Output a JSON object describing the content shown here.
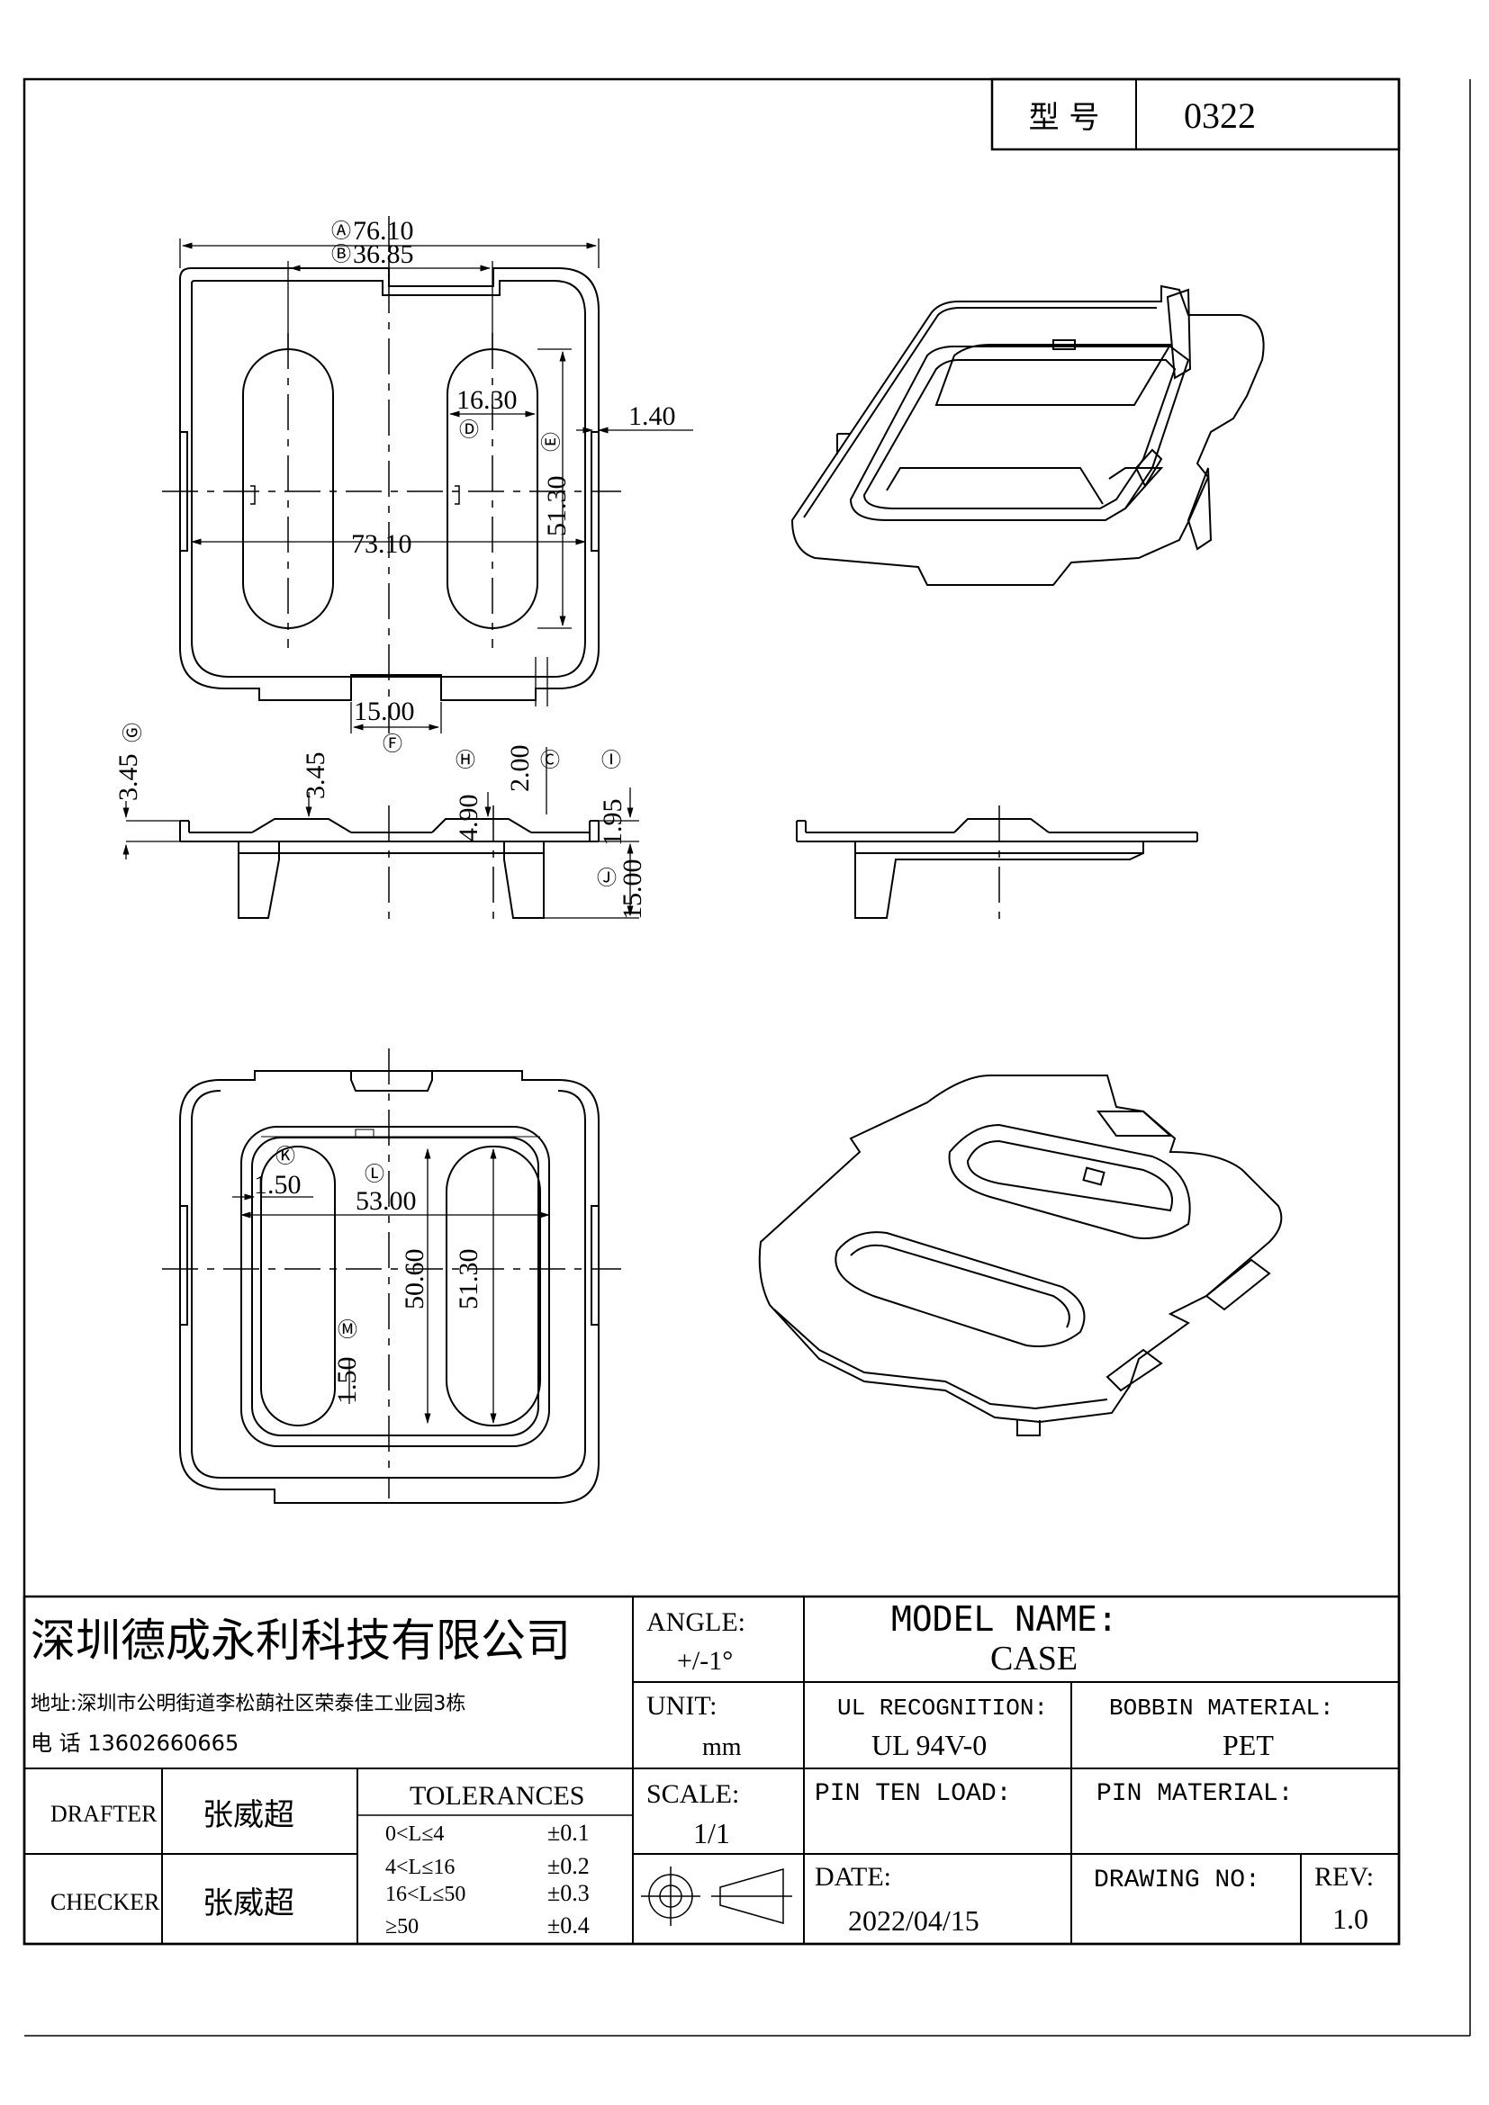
{
  "model_box": {
    "label": "型 号",
    "value": "0322"
  },
  "dimensions": {
    "A": {
      "mark": "Ⓐ",
      "value": "76.10"
    },
    "B": {
      "mark": "Ⓑ",
      "value": "36.85"
    },
    "D": {
      "mark": "Ⓓ",
      "value": "16.30"
    },
    "E": {
      "mark": "Ⓔ",
      "value": "51.30"
    },
    "tab": {
      "value": "1.40"
    },
    "inner_width": {
      "value": "73.10"
    },
    "F": {
      "mark": "Ⓕ",
      "value": "15.00"
    },
    "G": {
      "mark": "Ⓖ",
      "value": "3.45"
    },
    "side_345": {
      "value": "3.45"
    },
    "H": {
      "mark": "Ⓗ",
      "value": "4.90"
    },
    "C": {
      "mark": "Ⓒ",
      "value": "2.00"
    },
    "I": {
      "mark": "Ⓘ",
      "value": "1.95"
    },
    "J": {
      "mark": "Ⓙ",
      "value": "15.00"
    },
    "K": {
      "mark": "Ⓚ",
      "value": "1.50"
    },
    "L": {
      "mark": "Ⓛ",
      "value": "53.00"
    },
    "h5060": {
      "value": "50.60"
    },
    "h5130": {
      "value": "51.30"
    },
    "M": {
      "mark": "Ⓜ",
      "value": "1.50"
    }
  },
  "title_block": {
    "company": "深圳德成永利科技有限公司",
    "address": "地址:深圳市公明街道李松蓢社区荣泰佳工业园3栋",
    "phone": "电 话  13602660665",
    "angle_label": "ANGLE:",
    "angle_value": "+/-1°",
    "model_name_label": "MODEL NAME:",
    "model_name_value": "CASE",
    "unit_label": "UNIT:",
    "unit_value": "mm",
    "ul_label": "UL RECOGNITION:",
    "ul_value": "UL 94V-0",
    "bobbin_label": "BOBBIN MATERIAL:",
    "bobbin_value": "PET",
    "drafter_label": "DRAFTER",
    "drafter_value": "张威超",
    "checker_label": "CHECKER",
    "checker_value": "张威超",
    "tolerances_label": "TOLERANCES",
    "tolerances": [
      {
        "range": "0<L≤4",
        "tol": "±0.1"
      },
      {
        "range": "4<L≤16",
        "tol": "±0.2"
      },
      {
        "range": "16<L≤50",
        "tol": "±0.3"
      },
      {
        "range": "≥50",
        "tol": "±0.4"
      }
    ],
    "scale_label": "SCALE:",
    "scale_value": "1/1",
    "pin_ten_load_label": "PIN TEN LOAD:",
    "pin_material_label": "PIN MATERIAL:",
    "date_label": "DATE:",
    "date_value": "2022/04/15",
    "drawing_no_label": "DRAWING NO:",
    "rev_label": "REV:",
    "rev_value": "1.0"
  }
}
